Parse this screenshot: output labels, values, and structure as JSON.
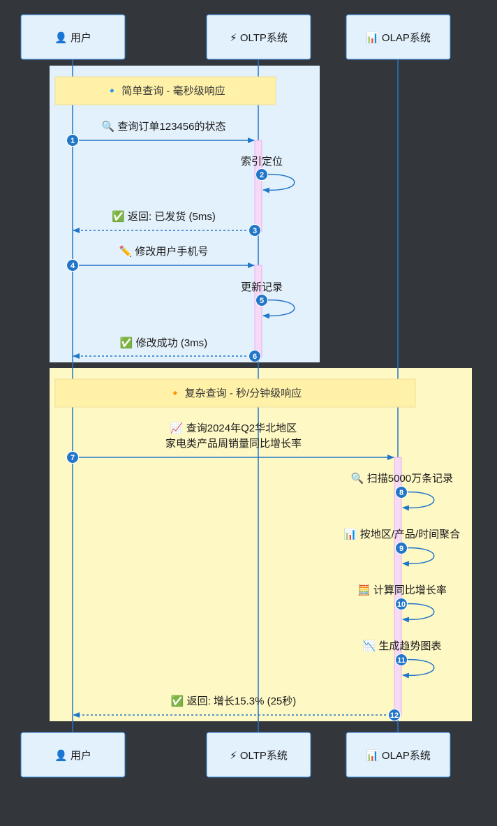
{
  "colors": {
    "background": "#33373b",
    "line": "#2276c9",
    "oltp_region": "#e3f1fc",
    "olap_region": "#fef8c4",
    "note_fill": "#fff1a8",
    "activation": "#f6d9f7"
  },
  "participants": [
    {
      "id": "user",
      "icon": "user-icon",
      "icon_glyph": "👤",
      "label": "用户"
    },
    {
      "id": "oltp",
      "icon": "lightning-icon",
      "icon_glyph": "⚡",
      "label": "OLTP系统"
    },
    {
      "id": "olap",
      "icon": "bar-chart-icon",
      "icon_glyph": "📊",
      "label": "OLAP系统"
    }
  ],
  "notes": [
    {
      "icon": "blue-diamond-icon",
      "icon_glyph": "🔹",
      "text": "简单查询 - 毫秒级响应"
    },
    {
      "icon": "orange-diamond-icon",
      "icon_glyph": "🔸",
      "text": "复杂查询 - 秒/分钟级响应"
    }
  ],
  "messages": [
    {
      "num": "1",
      "icon": "magnifier-icon",
      "icon_glyph": "🔍",
      "lines": [
        "查询订单123456的状态"
      ]
    },
    {
      "num": "2",
      "lines": [
        "索引定位"
      ]
    },
    {
      "num": "3",
      "icon": "check-icon",
      "icon_glyph": "✅",
      "lines": [
        "返回: 已发货 (5ms)"
      ]
    },
    {
      "num": "4",
      "icon": "pencil-icon",
      "icon_glyph": "✏️",
      "lines": [
        "修改用户手机号"
      ]
    },
    {
      "num": "5",
      "lines": [
        "更新记录"
      ]
    },
    {
      "num": "6",
      "icon": "check-icon",
      "icon_glyph": "✅",
      "lines": [
        "修改成功 (3ms)"
      ]
    },
    {
      "num": "7",
      "icon": "trend-up-icon",
      "icon_glyph": "📈",
      "lines": [
        "查询2024年Q2华北地区",
        "家电类产品周销量同比增长率"
      ]
    },
    {
      "num": "8",
      "icon": "magnifier-icon",
      "icon_glyph": "🔍",
      "lines": [
        "扫描5000万条记录"
      ]
    },
    {
      "num": "9",
      "icon": "bar-chart-icon",
      "icon_glyph": "📊",
      "lines": [
        "按地区/产品/时间聚合"
      ]
    },
    {
      "num": "10",
      "icon": "abacus-icon",
      "icon_glyph": "🧮",
      "lines": [
        "计算同比增长率"
      ]
    },
    {
      "num": "11",
      "icon": "trend-down-icon",
      "icon_glyph": "📉",
      "lines": [
        "生成趋势图表"
      ]
    },
    {
      "num": "12",
      "icon": "check-icon",
      "icon_glyph": "✅",
      "lines": [
        "返回: 增长15.3% (25秒)"
      ]
    }
  ]
}
